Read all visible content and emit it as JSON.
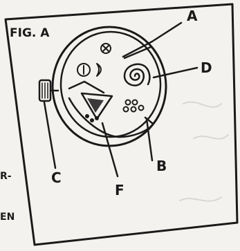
{
  "figure": {
    "title": "FIG. A"
  },
  "labels": {
    "a": "A",
    "b": "B",
    "c": "C",
    "d": "D",
    "f": "F"
  },
  "edge_fragments": {
    "r_dash": "R-",
    "en": "EN"
  },
  "icons": {
    "crown": "crown-icon",
    "swirl": "spiral-icon",
    "moon": "moon-phase-icon",
    "circle_x": "circle-cross-icon",
    "circle_one": "circle-one-icon"
  }
}
